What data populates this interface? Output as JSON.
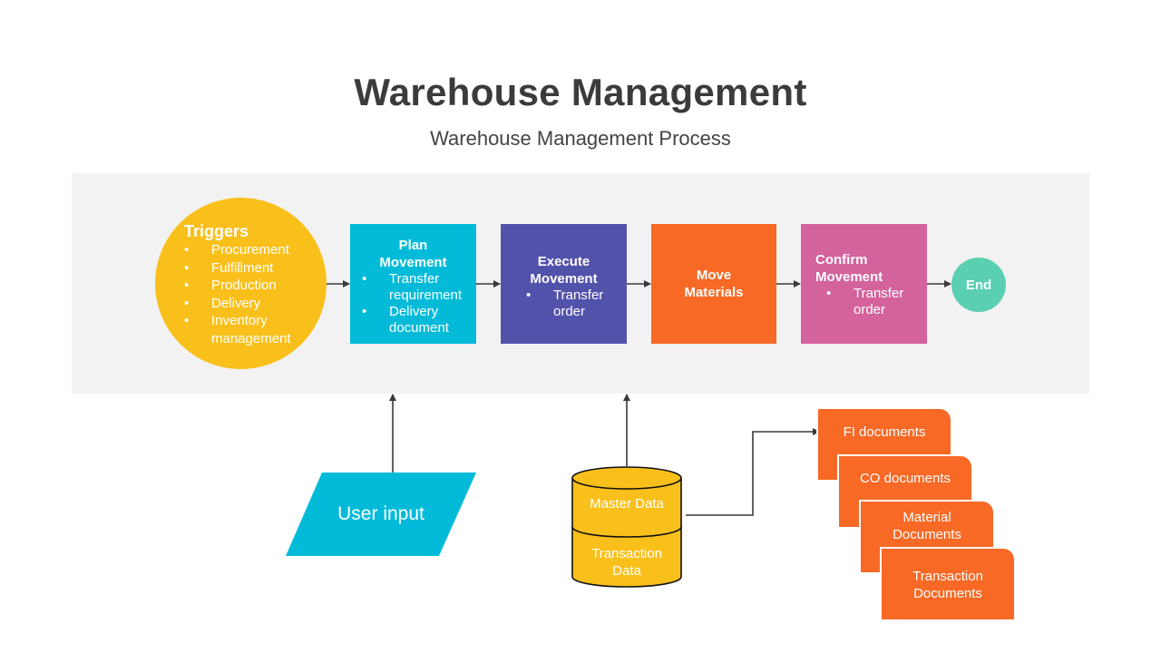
{
  "header": {
    "title": "Warehouse Management",
    "subtitle": "Warehouse Management Process"
  },
  "process": {
    "triggers": {
      "title": "Triggers",
      "items": [
        "Procurement",
        "Fulfillment",
        "Production",
        "Delivery",
        "Inventory management"
      ]
    },
    "plan_movement": {
      "title": "Plan Movement",
      "items": [
        "Transfer requirement",
        "Delivery document"
      ]
    },
    "execute_movement": {
      "title": "Execute Movement",
      "items": [
        "Transfer order"
      ]
    },
    "move_materials": {
      "title": "Move Materials"
    },
    "confirm_movement": {
      "title": "Confirm Movement",
      "items": [
        "Transfer order"
      ]
    },
    "end": {
      "title": "End"
    }
  },
  "inputs": {
    "user_input": "User input",
    "database": {
      "top": "Master Data",
      "bottom": "Transaction Data"
    }
  },
  "documents": [
    "FI documents",
    "CO documents",
    "Material Documents",
    "Transaction Documents"
  ],
  "colors": {
    "yellow": "#f9c01b",
    "cyan": "#03bbd9",
    "indigo": "#5352ab",
    "orange": "#f76925",
    "pink": "#d4629c",
    "teal": "#5bcfb1",
    "band": "#f2f2f2"
  }
}
